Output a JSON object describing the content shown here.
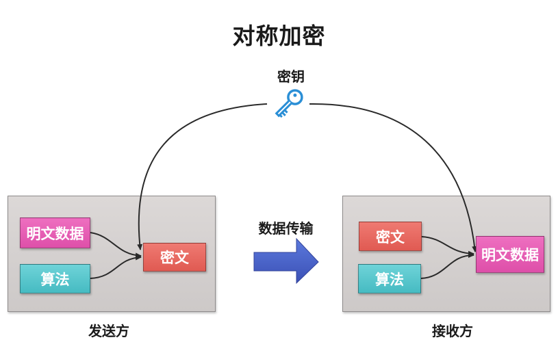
{
  "title": "对称加密",
  "key": {
    "label": "密钥",
    "icon": "key-icon",
    "color": "#2b8fd6"
  },
  "transfer": {
    "label": "数据传输",
    "color": "#4a63c9"
  },
  "sender": {
    "label": "发送方",
    "plaintext": "明文数据",
    "algorithm": "算法",
    "ciphertext": "密文"
  },
  "receiver": {
    "label": "接收方",
    "ciphertext": "密文",
    "algorithm": "算法",
    "plaintext": "明文数据"
  },
  "colors": {
    "plaintext": "#e35aaf",
    "algorithm": "#55c3c9",
    "ciphertext": "#e6645c",
    "panel": "#d3cfce"
  }
}
